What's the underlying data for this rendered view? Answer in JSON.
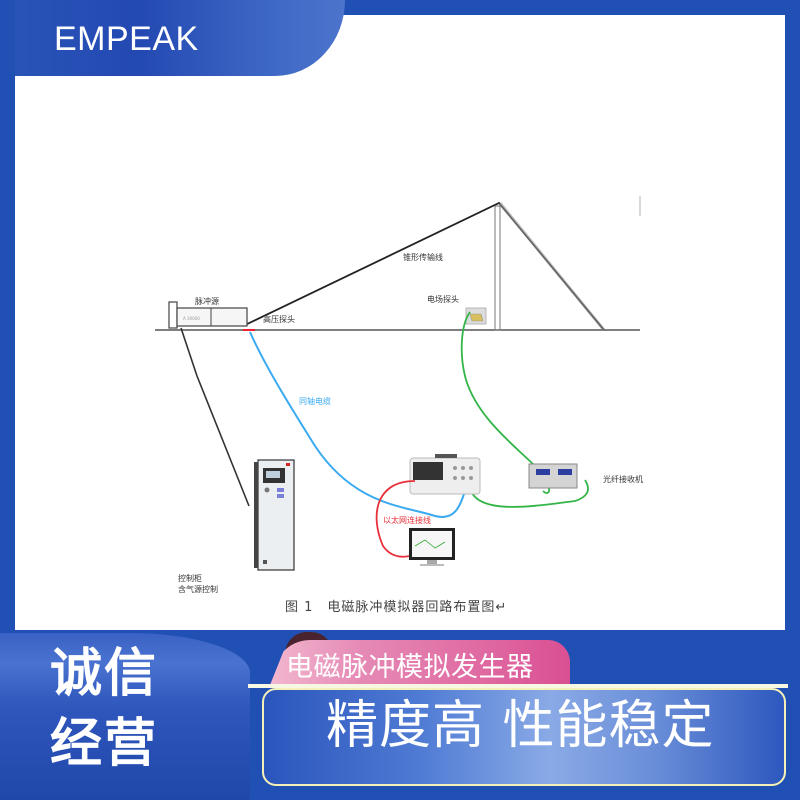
{
  "brand": {
    "logo_text": "EMPEAK",
    "primary_color": "#2050b4",
    "accent_pink": "#e06aa2"
  },
  "diagram": {
    "labels": {
      "pulse_source": "脉冲源",
      "hv_probe": "高压探头",
      "cone_line": "锥形传输线",
      "field_probe": "电场探头",
      "coax_cable": "同轴电缆",
      "control_cabinet_l1": "控制柜",
      "control_cabinet_l2": "含气源控制",
      "ethernet_cable": "以太网连接线",
      "fiber_receiver": "光纤接收机"
    },
    "colors": {
      "coax": "#3aaaf0",
      "fiber": "#33b548",
      "ethernet": "#e8303a"
    },
    "caption_fig": "图 1",
    "caption_text": "电磁脉冲模拟器回路布置图↵"
  },
  "banner": {
    "slogan_line1": "诚信",
    "slogan_line2": "经营",
    "product_name": "电磁脉冲模拟发生器",
    "feature": "精度高 性能稳定"
  }
}
